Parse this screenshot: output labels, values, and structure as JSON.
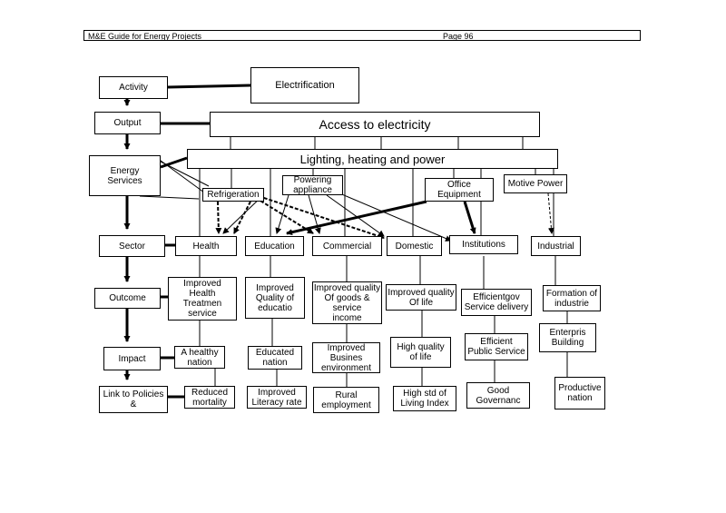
{
  "header": {
    "title": "M&E Guide for Energy Projects",
    "page": "Page 96"
  },
  "levels": {
    "activity": "Activity",
    "output": "Output",
    "energy_services": "Energy\nServices",
    "sector": "Sector",
    "outcome": "Outcome",
    "impact": "Impact",
    "link": "Link to Policies\n&"
  },
  "top": {
    "electrification": "Electrification",
    "access": "Access to electricity",
    "lighting": "Lighting, heating and power"
  },
  "services": {
    "refrigeration": "Refrigeration",
    "powering": "Powering\nappliance",
    "office": "Office Equipment",
    "motive": "Motive Power"
  },
  "sectors": {
    "health": "Health",
    "education": "Education",
    "commercial": "Commercial",
    "domestic": "Domestic",
    "institutions": "Institutions",
    "industrial": "Industrial"
  },
  "outcomes": {
    "health": "Improved\nHealth\nTreatmen\nservice",
    "education": "Improved\nQuality of\neducatio",
    "commercial": "Improved quality\nOf goods &\nservice\nincome",
    "domestic": "Improved quality\nOf life",
    "institutions": "Efficientgov\nService delivery",
    "industrial": "Formation of\nindustrie"
  },
  "impacts": {
    "health": "A healthy\nnation",
    "education": "Educated\nnation",
    "commercial": "Improved\nBusines\nenvironment",
    "domestic": "High quality\nof life",
    "institutions": "Efficient\nPublic Service",
    "industrial": "Enterpris\nBuilding"
  },
  "links": {
    "health": "Reduced\nmortality",
    "education": "Improved\nLiteracy rate",
    "commercial": "Rural\nemployment",
    "domestic": "High std of\nLiving Index",
    "institutions": "Good\nGovernanc",
    "industrial": "Productive\nnation"
  }
}
